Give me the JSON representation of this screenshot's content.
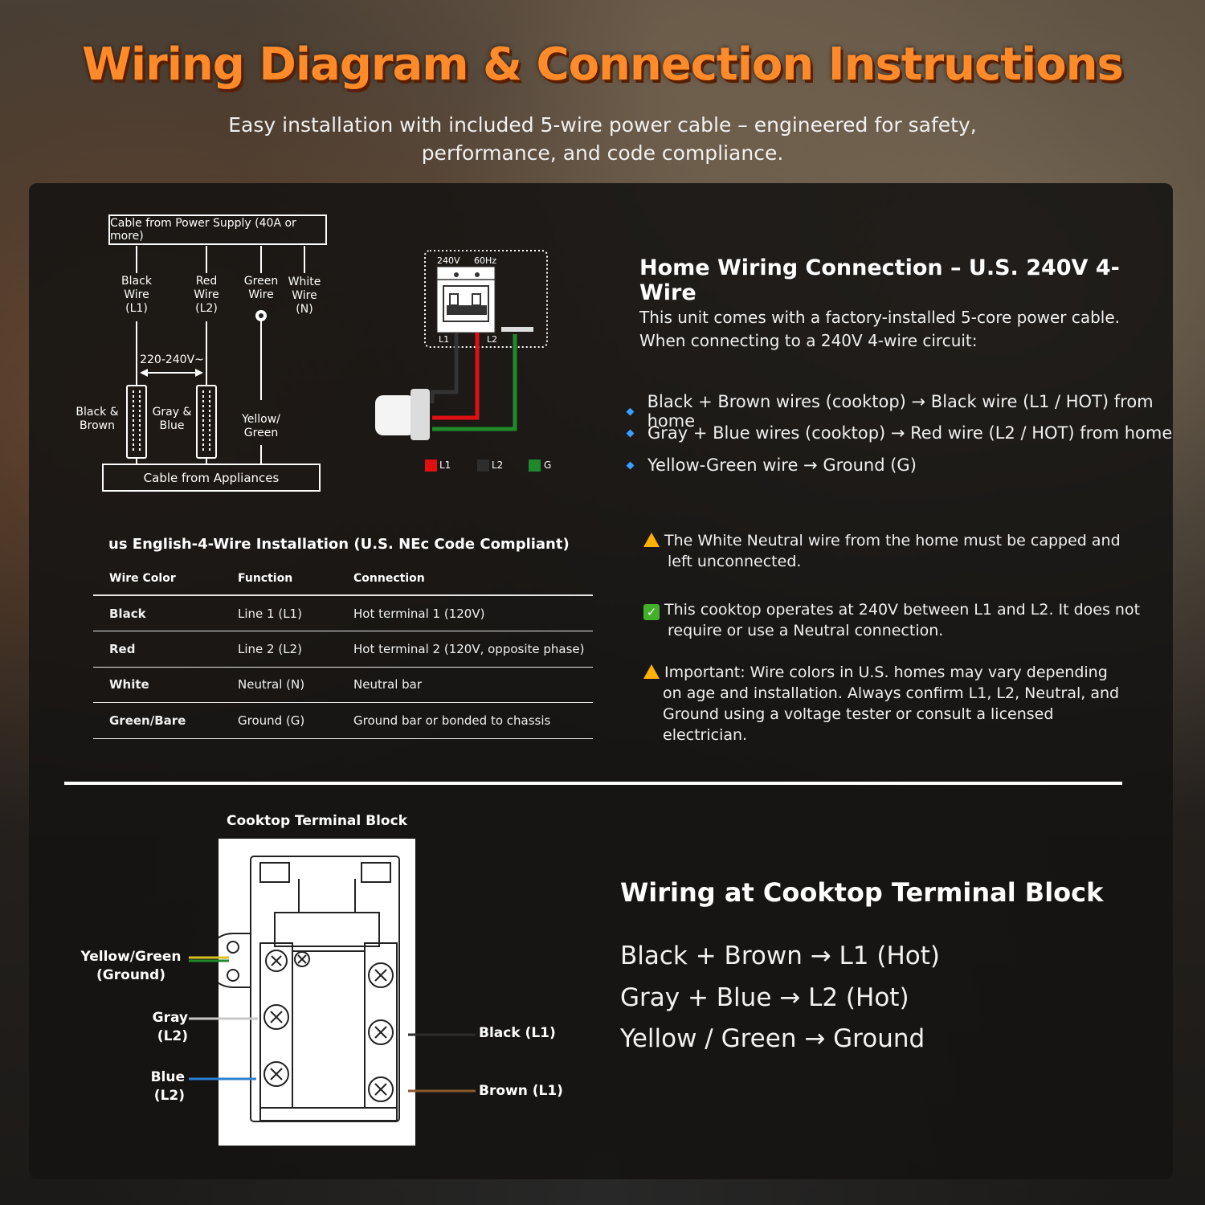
{
  "header": {
    "title": "Wiring Diagram & Connection Instructions",
    "subtitle": "Easy installation with included 5-wire power cable – engineered for safety, performance, and code compliance."
  },
  "cable_diagram": {
    "top_box": "Cable from Power Supply (40A or more)",
    "bottom_box": "Cable from Appliances",
    "wires": [
      {
        "l1": "Black",
        "l2": "Wire",
        "l3": "(L1)"
      },
      {
        "l1": "Red",
        "l2": "Wire",
        "l3": "(L2)"
      },
      {
        "l1": "Green",
        "l2": "Wire",
        "l3": ""
      },
      {
        "l1": "White",
        "l2": "Wire",
        "l3": "(N)"
      }
    ],
    "voltage": "220-240V~",
    "left_label": {
      "l1": "Black &",
      "l2": "Brown"
    },
    "mid_label": {
      "l1": "Gray &",
      "l2": "Blue"
    },
    "right_label": {
      "l1": "Yellow/",
      "l2": "Green"
    }
  },
  "breaker_diagram": {
    "voltage": "240V",
    "frequency": "60Hz",
    "term_l1": "L1",
    "term_l2": "L2",
    "legend": [
      {
        "label": "L1",
        "color": "#e01010"
      },
      {
        "label": "L2",
        "color": "#2d2d2d"
      },
      {
        "label": "G",
        "color": "#1e8a2a"
      }
    ]
  },
  "home_wiring": {
    "heading": "Home Wiring Connection – U.S. 240V 4-Wire",
    "intro_1": "This unit comes with a factory-installed 5-core power cable.",
    "intro_2": "When connecting to a 240V 4-wire circuit:",
    "bullets": [
      "Black + Brown wires (cooktop) → Black wire (L1 / HOT) from home",
      "Gray + Blue wires (cooktop) → Red wire (L2 / HOT) from home",
      "Yellow-Green wire → Ground (G)"
    ],
    "note_warning_1": [
      "The White Neutral wire from the home must be capped and",
      "left unconnected."
    ],
    "note_check": [
      "This cooktop operates at 240V between L1 and L2.  It does not",
      "require or use a Neutral connection."
    ],
    "note_warning_2": [
      "Important: Wire colors in U.S. homes may vary depending",
      "on age and installation. Always confirm L1, L2, Neutral, and",
      "Ground using a voltage tester or consult a licensed",
      "electrician."
    ]
  },
  "install_table": {
    "title": "us English-4-Wire Installation (U.S. NEc Code Compliant)",
    "headers": [
      "Wire Color",
      "Function",
      "Connection"
    ],
    "rows": [
      [
        "Black",
        "Line 1 (L1)",
        "Hot terminal 1 (120V)"
      ],
      [
        "Red",
        "Line 2 (L2)",
        "Hot terminal 2 (120V, opposite phase)"
      ],
      [
        "White",
        "Neutral (N)",
        "Neutral bar"
      ],
      [
        "Green/Bare",
        "Ground (G)",
        "Ground bar or bonded to chassis"
      ]
    ]
  },
  "terminal_block": {
    "title": "Cooktop Terminal Block",
    "left_labels": {
      "yg_1": "Yellow/Green",
      "yg_2": "(Ground)",
      "gray": "Gray (L2)",
      "blue": "Blue (L2)"
    },
    "right_labels": {
      "black": "Black (L1)",
      "brown": "Brown (L1)"
    }
  },
  "terminal_wiring": {
    "heading": "Wiring at Cooktop Terminal Block",
    "lines": [
      "Black + Brown → L1 (Hot)",
      "Gray + Blue → L2 (Hot)",
      "Yellow / Green → Ground"
    ]
  },
  "colors": {
    "title_orange": "#ff8a2a",
    "wire_red": "#e01010",
    "wire_green": "#1e8a2a",
    "wire_black": "#2d2d2d",
    "wire_gray": "#c8c8c8",
    "wire_blue": "#2a7fd0",
    "wire_brown": "#8a5a30",
    "wire_yellow": "#d8c020",
    "bullet_blue": "#3aa0ff"
  }
}
